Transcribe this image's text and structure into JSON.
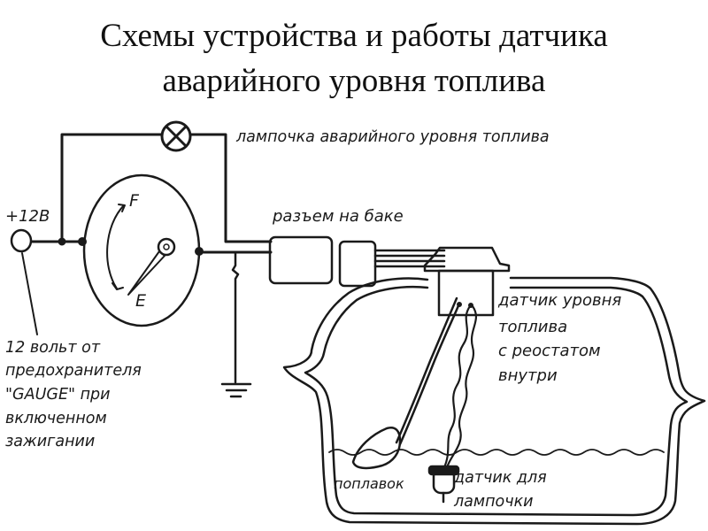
{
  "title": {
    "line1": "Схемы устройства и работы датчика",
    "line2": "аварийного уровня топлива"
  },
  "gauge": {
    "full_mark": "F",
    "empty_mark": "E"
  },
  "labels": {
    "warning_lamp": "лампочка аварийного уровня топлива",
    "supply": "+12В",
    "tank_connector": "разъем на баке",
    "level_sensor": [
      "датчик уровня",
      "топлива",
      "с реостатом",
      "внутри"
    ],
    "fuse_source": [
      "12 вольт от",
      "предохранителя",
      "\"GAUGE\" при",
      "включенном",
      "зажигании"
    ],
    "float": "поплавок",
    "lamp_sensor": [
      "датчик для",
      "лампочки"
    ]
  }
}
